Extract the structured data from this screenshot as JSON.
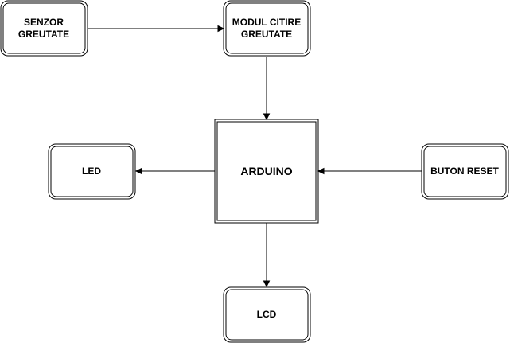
{
  "nodes": {
    "senzor": {
      "line1": "SENZOR",
      "line2": "GREUTATE"
    },
    "modul": {
      "line1": "MODUL CITIRE",
      "line2": "GREUTATE"
    },
    "arduino": {
      "label": "ARDUINO"
    },
    "led": {
      "label": "LED"
    },
    "buton": {
      "label": "BUTON RESET"
    },
    "lcd": {
      "label": "LCD"
    }
  },
  "edges": [
    {
      "from": "senzor",
      "to": "modul"
    },
    {
      "from": "modul",
      "to": "arduino"
    },
    {
      "from": "arduino",
      "to": "led"
    },
    {
      "from": "buton",
      "to": "arduino"
    },
    {
      "from": "arduino",
      "to": "lcd"
    }
  ],
  "colors": {
    "stroke": "#000000",
    "background": "#ffffff"
  }
}
